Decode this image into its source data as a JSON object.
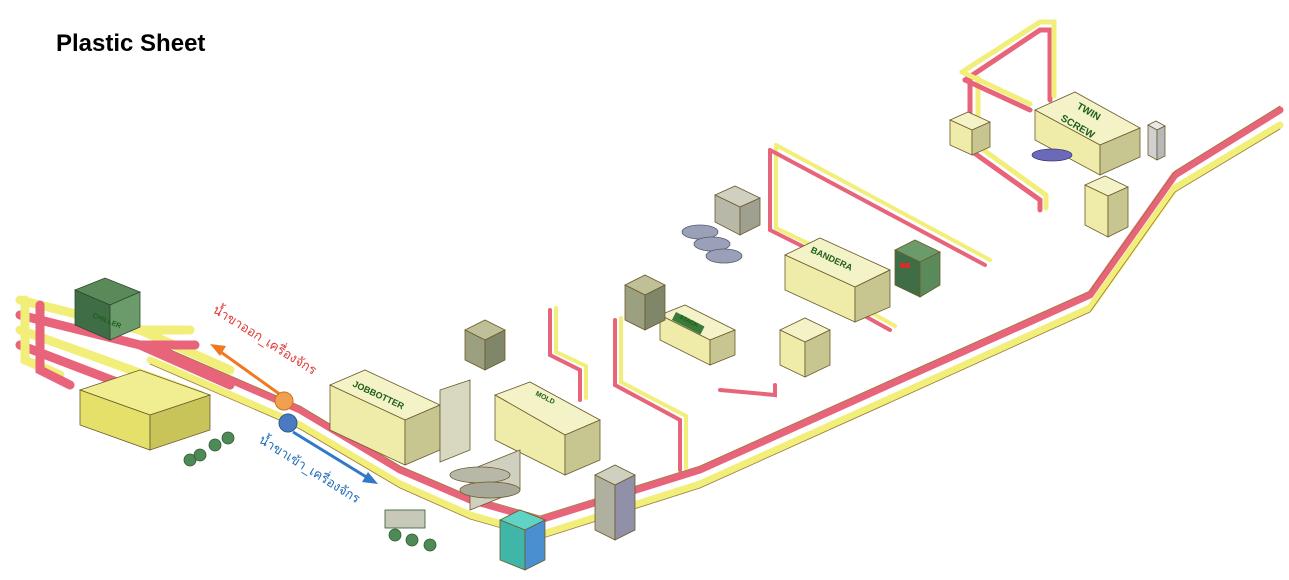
{
  "title": "Plastic Sheet",
  "machines": {
    "chiller": "CHILLER",
    "jobbotter": "JOBBOTTER",
    "mold": "MOLD",
    "stack": "STACK",
    "bandera": "BANDERA",
    "twin_screw_line1": "TWIN",
    "twin_screw_line2": "SCREW"
  },
  "annotations": {
    "water_out": "น้ำขาออก_เครื่องจักร",
    "water_in": "น้ำขาเข้า_เครื่องจักร"
  },
  "colors": {
    "supply_pipe": "#f2ee7a",
    "return_pipe": "#e8647a",
    "machine_body": "#f1f0b8",
    "water_out_arrow": "#f07a22",
    "water_in_arrow": "#2f79c8",
    "water_out_text": "#e03a3a",
    "water_in_text": "#1f6fb8"
  }
}
